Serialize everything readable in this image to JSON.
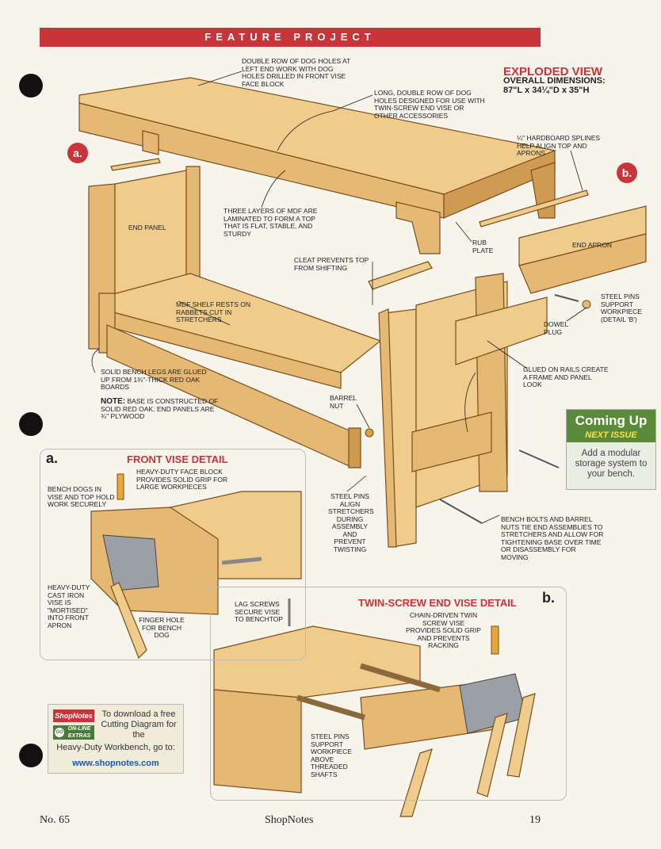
{
  "banner": {
    "label": "FEATURE PROJECT"
  },
  "exploded": {
    "title": "EXPLODED VIEW",
    "dims_label": "OVERALL DIMENSIONS:",
    "dims_value": "87\"L x 34¼\"D x 35\"H"
  },
  "callouts": {
    "double_row_left": "DOUBLE ROW OF DOG HOLES AT LEFT END WORK WITH DOG HOLES DRILLED IN FRONT VISE FACE BLOCK",
    "double_row_long": "LONG, DOUBLE ROW OF DOG HOLES DESIGNED FOR USE WITH TWIN-SCREW END VISE OR OTHER ACCESSORIES",
    "splines": "¼\" HARDBOARD SPLINES HELP ALIGN TOP AND APRONS",
    "end_panel": "END PANEL",
    "three_layers": "THREE LAYERS OF MDF ARE LAMINATED TO FORM A TOP THAT IS FLAT, STABLE, AND STURDY",
    "rub_plate": "RUB PLATE",
    "end_apron": "END APRON",
    "cleat": "CLEAT PREVENTS TOP FROM SHIFTING",
    "steel_pins_support": "STEEL PINS SUPPORT WORKPIECE (DETAIL 'b')",
    "mdf_shelf": "MDF SHELF RESTS ON RABBETS CUT IN STRETCHERS",
    "dowel_plug": "DOWEL PLUG",
    "glued_rails": "GLUED ON RAILS CREATE A FRAME AND PANEL LOOK",
    "solid_legs": "SOLID BENCH LEGS ARE GLUED UP FROM 1¾\"-THICK RED OAK BOARDS",
    "note_label": "NOTE:",
    "note_text": "BASE IS CONSTRUCTED OF SOLID RED OAK. END PANELS ARE ¾\" PLYWOOD",
    "barrel_nut": "BARREL NUT",
    "steel_pins_align": "STEEL PINS ALIGN STRETCHERS DURING ASSEMBLY AND PREVENT TWISTING",
    "bench_bolts": "BENCH BOLTS AND BARREL NUTS TIE END ASSEMBLIES TO STRETCHERS AND ALLOW FOR TIGHTENING BASE OVER TIME OR DISASSEMBLY FOR MOVING"
  },
  "badges": {
    "a": "a.",
    "b": "b."
  },
  "front_vise": {
    "letter": "a.",
    "title": "FRONT VISE DETAIL",
    "face_block": "HEAVY-DUTY FACE BLOCK PROVIDES SOLID GRIP FOR LARGE WORKPIECES",
    "bench_dogs": "BENCH DOGS IN VISE AND TOP HOLD WORK SECURELY",
    "cast_iron": "HEAVY-DUTY CAST IRON VISE IS \"MORTISED\" INTO FRONT APRON",
    "finger_hole": "FINGER HOLE FOR BENCH DOG",
    "lag_screws": "LAG SCREWS SECURE VISE TO BENCHTOP"
  },
  "twin_vise": {
    "letter": "b.",
    "title": "TWIN-SCREW END VISE DETAIL",
    "chain_driven": "CHAIN-DRIVEN TWIN SCREW VISE PROVIDES SOLID GRIP AND PREVENTS RACKING",
    "steel_pins": "STEEL PINS SUPPORT WORKPIECE ABOVE THREADED SHAFTS"
  },
  "coming_up": {
    "title": "Coming Up",
    "subtitle": "NEXT ISSUE",
    "text": "Add a modular storage system to your bench."
  },
  "online": {
    "logo": "ShopNotes",
    "badge": "ON-LINE EXTRAS",
    "text1": "To download a free Cutting Diagram for the",
    "text2": "Heavy-Duty Workbench, go to:",
    "url": "www.shopnotes.com"
  },
  "footer": {
    "issue": "No. 65",
    "magazine": "ShopNotes",
    "page": "19"
  },
  "colors": {
    "accent_red": "#c9343a",
    "wood": "#e5b874",
    "green": "#5a8a3a"
  },
  "icons": [
    "binder-hole-icon",
    "go-icon"
  ]
}
